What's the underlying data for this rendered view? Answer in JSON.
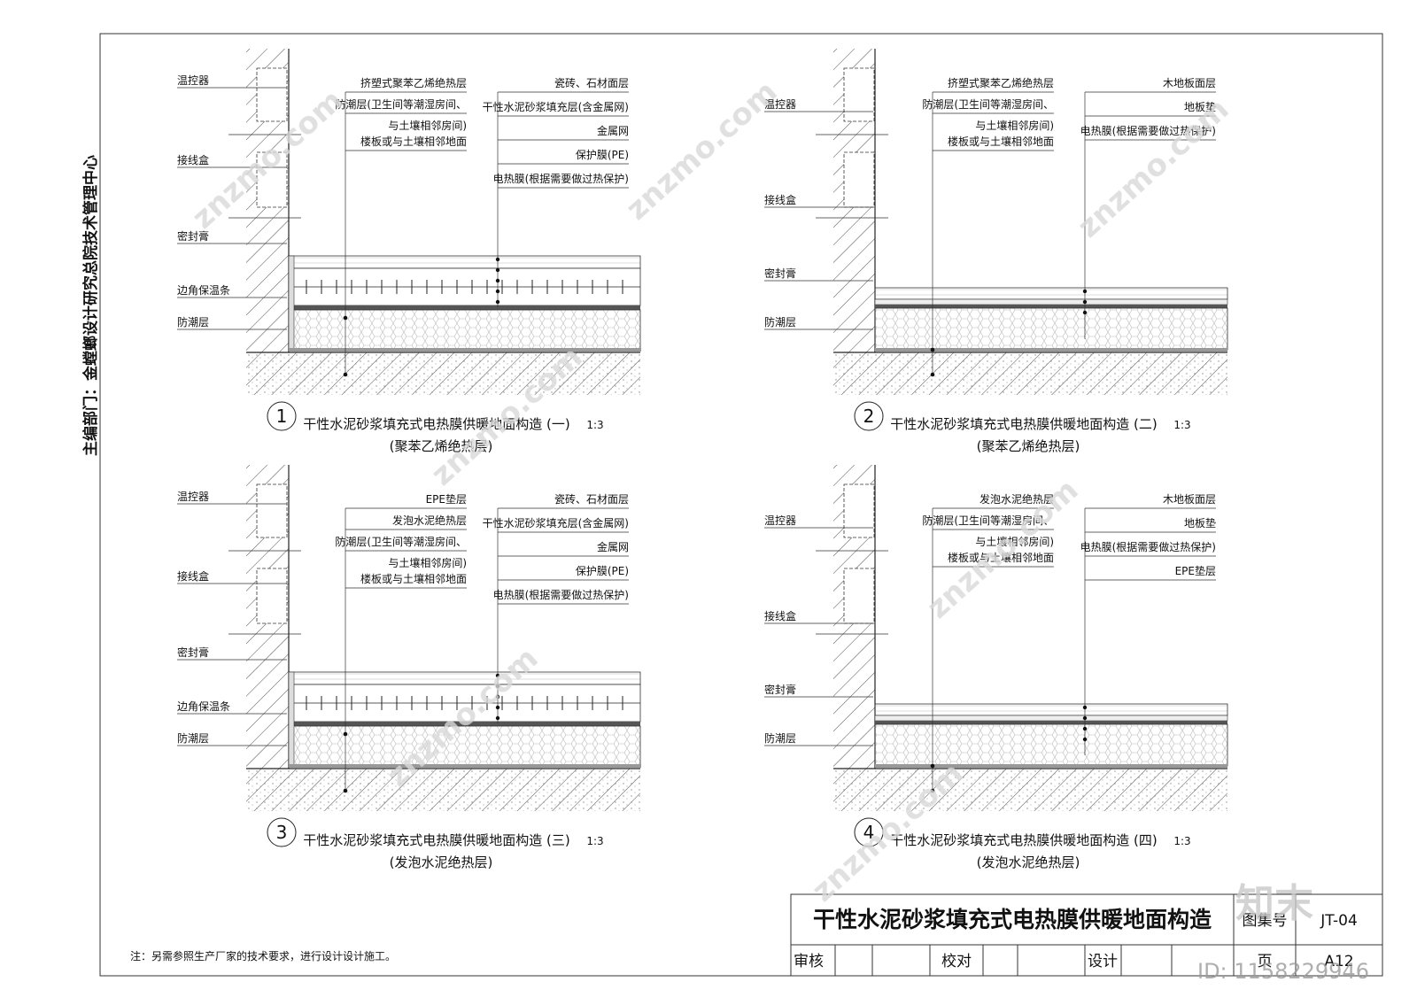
{
  "department": {
    "text": "主编部门：金螳螂设计研究总院技术管理中心"
  },
  "details": [
    {
      "number": "1",
      "title": "干性水泥砂浆填充式电热膜供暖地面构造 (一)",
      "subtitle": "(聚苯乙烯绝热层)",
      "scale": "1:3",
      "left_labels": [
        "温控器",
        "接线盒",
        "密封膏",
        "边角保温条",
        "防潮层"
      ],
      "mid_labels": [
        "挤塑式聚苯乙烯绝热层",
        "防潮层(卫生间等潮湿房间、",
        "与土壤相邻房间)",
        "楼板或与土壤相邻地面"
      ],
      "right_labels": [
        "瓷砖、石材面层",
        "干性水泥砂浆填充层(含金属网)",
        "金属网",
        "保护膜(PE)",
        "电热膜(根据需要做过热保护)"
      ]
    },
    {
      "number": "2",
      "title": "干性水泥砂浆填充式电热膜供暖地面构造 (二)",
      "subtitle": "(聚苯乙烯绝热层)",
      "scale": "1:3",
      "left_labels": [
        "温控器",
        "接线盒",
        "密封膏",
        "防潮层"
      ],
      "mid_labels": [
        "挤塑式聚苯乙烯绝热层",
        "防潮层(卫生间等潮湿房间、",
        "与土壤相邻房间)",
        "楼板或与土壤相邻地面"
      ],
      "right_labels": [
        "木地板面层",
        "地板垫",
        "电热膜(根据需要做过热保护)"
      ]
    },
    {
      "number": "3",
      "title": "干性水泥砂浆填充式电热膜供暖地面构造 (三)",
      "subtitle": "(发泡水泥绝热层)",
      "scale": "1:3",
      "left_labels": [
        "温控器",
        "接线盒",
        "密封膏",
        "边角保温条",
        "防潮层"
      ],
      "mid_labels": [
        "EPE垫层",
        "发泡水泥绝热层",
        "防潮层(卫生间等潮湿房间、",
        "与土壤相邻房间)",
        "楼板或与土壤相邻地面"
      ],
      "right_labels": [
        "瓷砖、石材面层",
        "干性水泥砂浆填充层(含金属网)",
        "金属网",
        "保护膜(PE)",
        "电热膜(根据需要做过热保护)"
      ]
    },
    {
      "number": "4",
      "title": "干性水泥砂浆填充式电热膜供暖地面构造 (四)",
      "subtitle": "(发泡水泥绝热层)",
      "scale": "1:3",
      "left_labels": [
        "温控器",
        "接线盒",
        "密封膏",
        "防潮层"
      ],
      "mid_labels": [
        "发泡水泥绝热层",
        "防潮层(卫生间等潮湿房间、",
        "与土壤相邻房间)",
        "楼板或与土壤相邻地面"
      ],
      "right_labels": [
        "木地板面层",
        "地板垫",
        "电热膜(根据需要做过热保护)",
        "EPE垫层"
      ]
    }
  ],
  "note": "注：另需参照生产厂家的技术要求，进行设计设计施工。",
  "title_block": {
    "title": "干性水泥砂浆填充式电热膜供暖地面构造",
    "drawing_no_label": "图集号",
    "drawing_no": "JT-04",
    "review_label": "审核",
    "check_label": "校对",
    "design_label": "设计",
    "page_label": "页",
    "page": "A12"
  },
  "watermark": {
    "site": "znzmo.com",
    "logo": "知末",
    "id": "ID: 1158229946"
  }
}
